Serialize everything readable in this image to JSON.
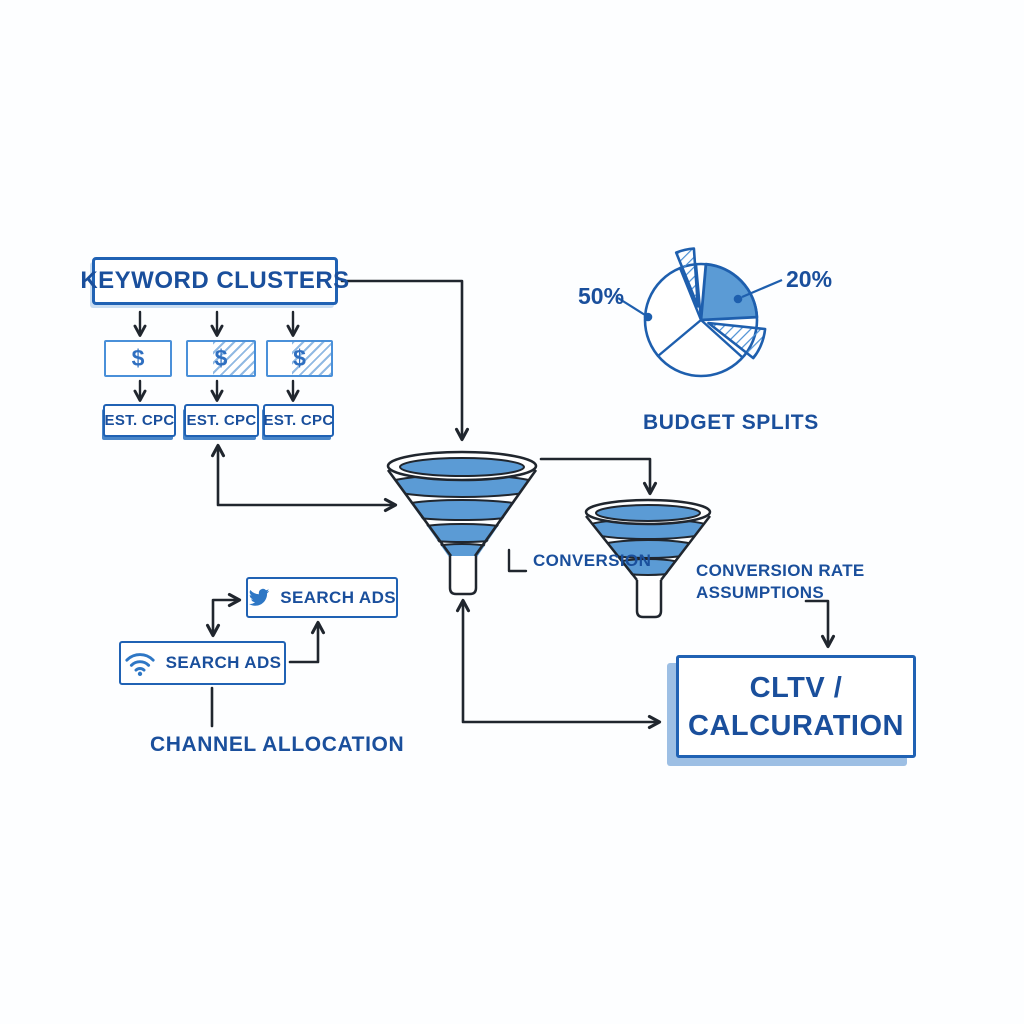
{
  "palette": {
    "text_navy": "#1a4f9c",
    "box_border_blue": "#2062b4",
    "funnel_fill_blue": "#5b9bd5",
    "outline_dark": "#20262e",
    "shadow_light_blue": "#9dbfe4"
  },
  "keyword_clusters": {
    "label": "KEYWORD CLUSTERS"
  },
  "cpc": {
    "dollar_symbols": [
      "$",
      "$",
      "$"
    ],
    "est_cpc_labels": [
      "EST. CPC",
      "EST. CPC",
      "EST. CPC"
    ]
  },
  "pie": {
    "title": "BUDGET SPLITS",
    "labels": [
      {
        "text": "50%"
      },
      {
        "text": "20%"
      }
    ]
  },
  "chart_data": {
    "type": "pie",
    "title": "BUDGET SPLITS",
    "labeled_values": [
      {
        "label": "50%",
        "value": 50,
        "style": "white slice, left"
      },
      {
        "label": "20%",
        "value": 20,
        "style": "solid blue slice, upper right"
      }
    ],
    "other_slices": "two small exploded hatched slices and one white bottom slice, unlabeled"
  },
  "funnels": {
    "large_label": "CONVERSION",
    "small_label_line1": "CONVERSION RATE",
    "small_label_line2": "ASSUMPTIONS"
  },
  "channels": {
    "search_ads_top": "SEARCH ADS",
    "search_ads_bottom": "SEARCH ADS",
    "section_label": "CHANNEL ALLOCATION",
    "icons": {
      "top": "twitter-bird-icon",
      "bottom": "wifi-icon"
    }
  },
  "cltv": {
    "line1": "CLTV /",
    "line2": "CALCURATION"
  }
}
